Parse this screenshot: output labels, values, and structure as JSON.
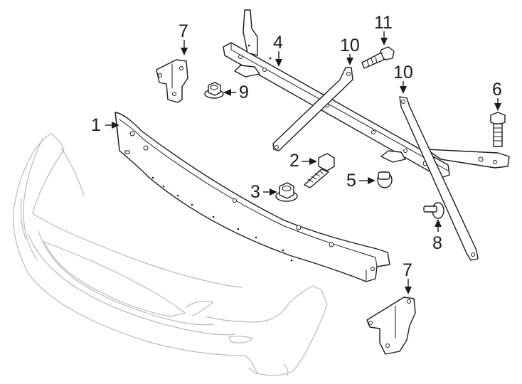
{
  "callouts": [
    {
      "id": "1",
      "label": "1"
    },
    {
      "id": "2",
      "label": "2"
    },
    {
      "id": "3",
      "label": "3"
    },
    {
      "id": "4",
      "label": "4"
    },
    {
      "id": "5",
      "label": "5"
    },
    {
      "id": "6",
      "label": "6"
    },
    {
      "id": "7a",
      "label": "7"
    },
    {
      "id": "7b",
      "label": "7"
    },
    {
      "id": "8",
      "label": "8"
    },
    {
      "id": "9",
      "label": "9"
    },
    {
      "id": "10a",
      "label": "10"
    },
    {
      "id": "10b",
      "label": "10"
    },
    {
      "id": "11",
      "label": "11"
    }
  ]
}
